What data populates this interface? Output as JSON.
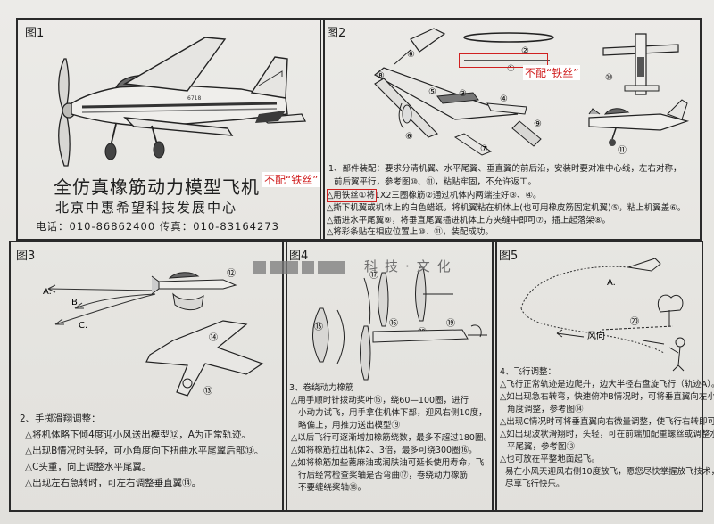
{
  "panel1": {
    "label": "图1",
    "product_title": "全仿真橡筋动力模型飞机",
    "company": "北京中惠希望科技发展中心",
    "contact": "电话：010-86862400 传真：010-83164273"
  },
  "panel2": {
    "label": "图2",
    "callouts": [
      "①",
      "②",
      "③",
      "④",
      "⑤",
      "⑥",
      "⑦",
      "⑧",
      "⑨",
      "⑩",
      "⑪"
    ],
    "steps": [
      "1、部件装配：要求分清机翼、水平尾翼、垂直翼的前后沿，安装时要对准中心线，左右对称，",
      "前后翼平行，参考图⑩、⑪，粘贴牢固，不允许返工。",
      "△用铁丝①将1X2三圈橡筋②通过机体内两端挂好③、④。",
      "△撕下机翼或机体上的白色蜡纸，将机翼粘在机体上(也可用橡皮筋固定机翼)⑤，粘上机翼盖⑥。",
      "△插进水平尾翼⑨，将垂直尾翼插进机体上方夹缝中即可⑦，插上起落架⑧。",
      "△将彩条贴在相应位置上⑩、⑪，装配成功。"
    ]
  },
  "red_tag": "不配“铁丝”",
  "panel3": {
    "label": "图3",
    "arrows": [
      "A.",
      "B.",
      "C."
    ],
    "callouts": [
      "⑫",
      "⑬",
      "⑭"
    ],
    "steps": [
      "2、手掷滑翔调整：",
      "△将机体略下倾4度迎小风送出模型⑫，A为正常轨迹。",
      "△出现B情况时头轻，可小角度向下扭曲水平尾翼后部⑬。",
      "△C头重，向上调整水平尾翼。",
      "△出现左右急转时，可左右调整垂直翼⑭。"
    ]
  },
  "panel4": {
    "label": "图4",
    "callouts": [
      "⑮",
      "⑯",
      "⑰",
      "⑱",
      "⑲"
    ],
    "steps": [
      "3、卷绕动力橡筋",
      "△用手顺时针拨动桨叶⑮，绕60—100圈，进行",
      "小动力试飞，用手拿住机体下部，迎风右侧10度，",
      "略偏上，用推力送出模型⑲",
      "△以后飞行可逐渐增加橡筋绕数，最多不超过180圈。",
      "△如将橡筋拉出机体2、3倍，最多可绕300圈⑯。",
      "△如将橡筋加些蓖麻油或润肤油可延长使用寿命，飞",
      "行后经常检查桨轴是否弯曲⑰，卷绕动力橡筋",
      "不要缠绕桨轴⑱。"
    ]
  },
  "watermark": "科技·文化",
  "panel5": {
    "label": "图5",
    "labels": [
      "A.",
      "⑳",
      "风向"
    ],
    "steps": [
      "4、飞行调整：",
      "△飞行正常轨迹是边爬升，边大半径右盘旋飞行（轨迹A）。",
      "△如出现急右转弯，快速俯冲B情况时，可将垂直翼向左小",
      "角度调整，参考图⑭",
      "△出现C情况时可将垂直翼向右微量调整，使飞行右转即可。",
      "△如出现波状滑翔时，头轻，可在前端加配重螺丝或调整水",
      "平尾翼，参考图⑬",
      "△也可放在平整地面起飞。",
      "易在小风天迎风右侧10度放飞，愿您尽快掌握放飞技术，",
      "尽享飞行快乐。"
    ]
  }
}
